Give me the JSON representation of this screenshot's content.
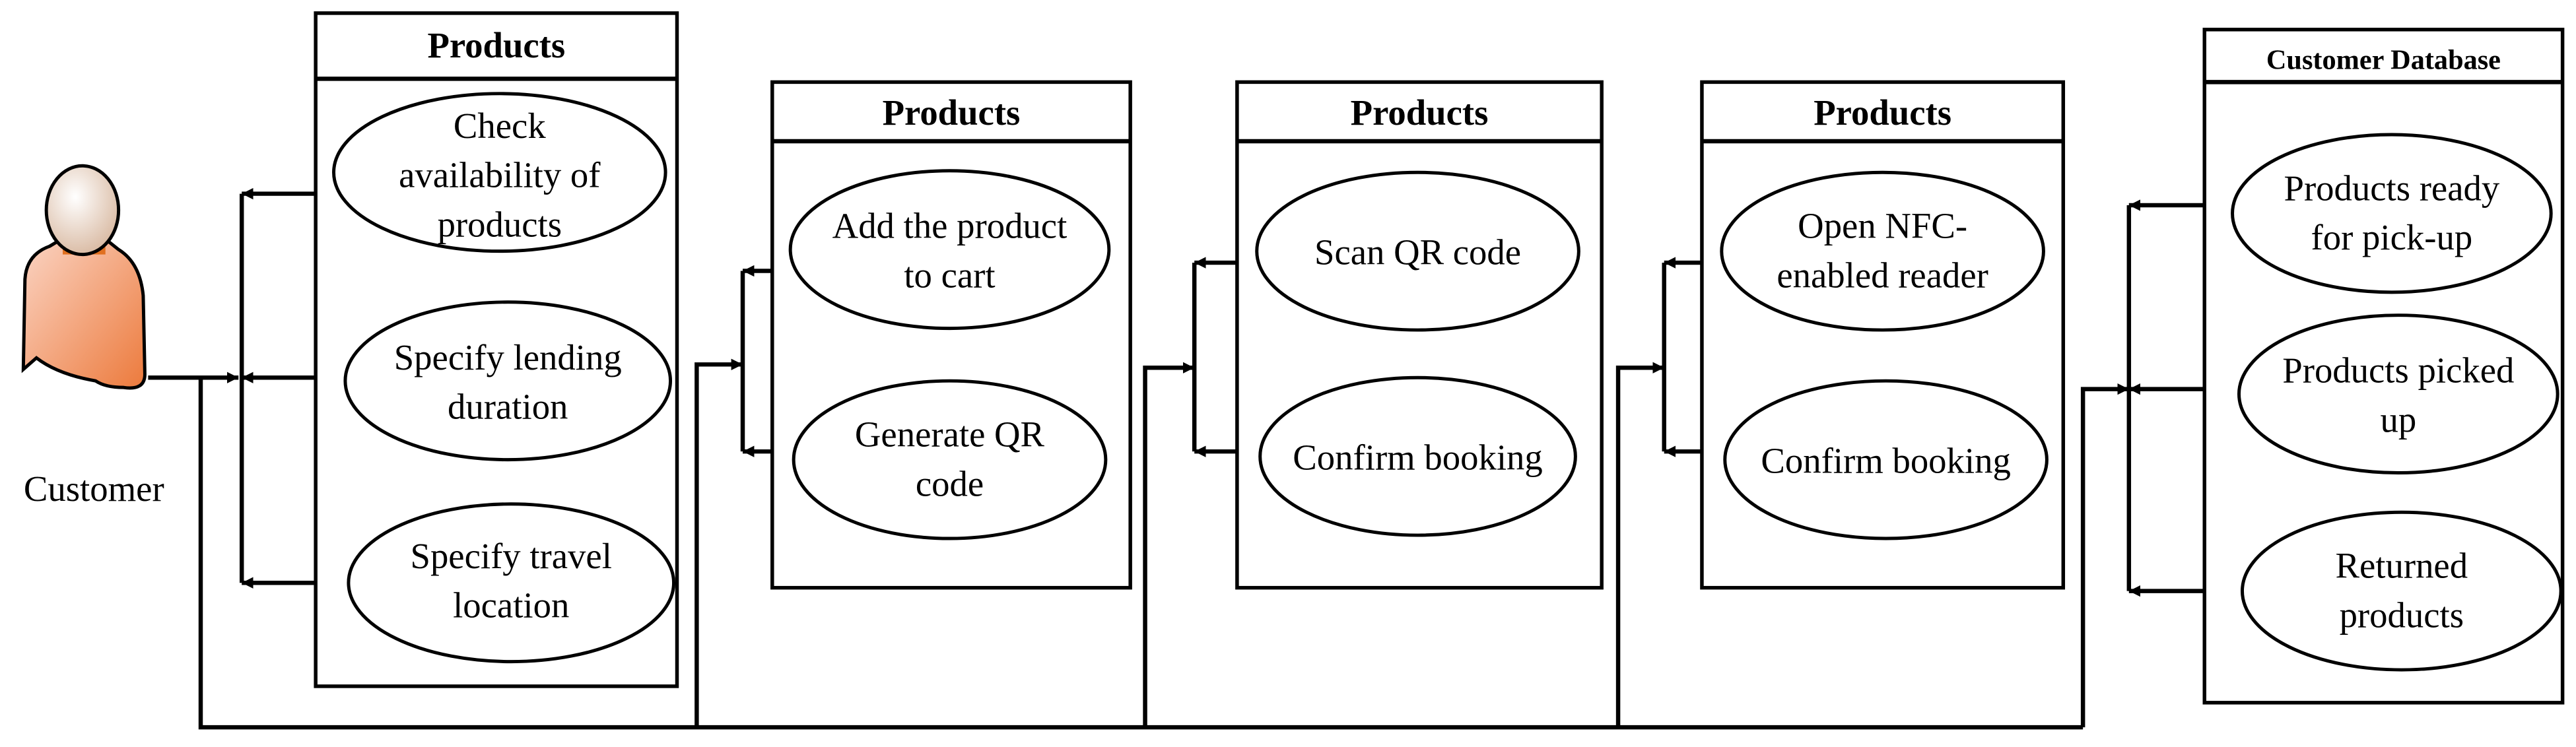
{
  "actor": {
    "label": "Customer",
    "icon": "person-icon",
    "color": "#f08040"
  },
  "lanes": [
    {
      "title": "Products",
      "use_cases": [
        [
          "Check",
          "availability of",
          "products"
        ],
        [
          "Specify lending",
          "duration"
        ],
        [
          "Specify travel",
          "location"
        ]
      ]
    },
    {
      "title": "Products",
      "use_cases": [
        [
          "Add the product",
          "to cart"
        ],
        [
          "Generate QR",
          "code"
        ]
      ]
    },
    {
      "title": "Products",
      "use_cases": [
        [
          "Scan QR code"
        ],
        [
          "Confirm booking"
        ]
      ]
    },
    {
      "title": "Products",
      "use_cases": [
        [
          "Open NFC-",
          "enabled reader"
        ],
        [
          "Confirm booking"
        ]
      ]
    },
    {
      "title": "Customer Database",
      "use_cases": [
        [
          "Products ready",
          "for pick-up"
        ],
        [
          "Products picked",
          "up"
        ],
        [
          "Returned",
          "products"
        ]
      ]
    }
  ]
}
